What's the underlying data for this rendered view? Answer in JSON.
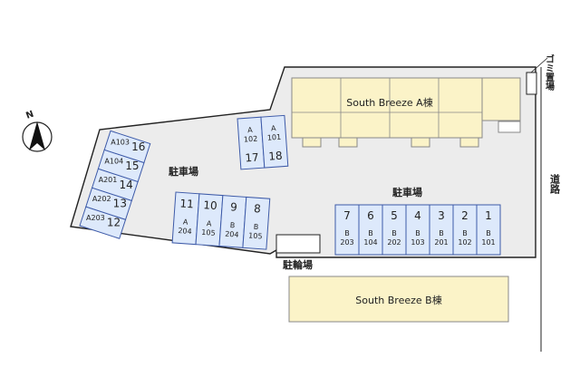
{
  "compass": {
    "north_label": "N",
    "icon": "north-arrow-icon"
  },
  "buildings": {
    "a": {
      "label": "South Breeze A棟"
    },
    "b": {
      "label": "South Breeze B棟"
    }
  },
  "labels": {
    "parking_1": "駐車場",
    "parking_2": "駐車場",
    "bicycle": "駐輪場",
    "garbage": "ゴミ置場",
    "road": "道路"
  },
  "spaces": {
    "left": [
      {
        "room": "A103",
        "no": "16"
      },
      {
        "room": "A104",
        "no": "15"
      },
      {
        "room": "A201",
        "no": "14"
      },
      {
        "room": "A202",
        "no": "13"
      },
      {
        "room": "A203",
        "no": "12"
      }
    ],
    "top": [
      {
        "room_a": "A",
        "room_b": "102",
        "no": "17"
      },
      {
        "room_a": "A",
        "room_b": "101",
        "no": "18"
      }
    ],
    "middle": [
      {
        "no": "11",
        "room_a": "A",
        "room_b": "204"
      },
      {
        "no": "10",
        "room_a": "A",
        "room_b": "105"
      },
      {
        "no": "9",
        "room_a": "B",
        "room_b": "204"
      },
      {
        "no": "8",
        "room_a": "B",
        "room_b": "105"
      }
    ],
    "right": [
      {
        "no": "7",
        "room_a": "B",
        "room_b": "203"
      },
      {
        "no": "6",
        "room_a": "B",
        "room_b": "104"
      },
      {
        "no": "5",
        "room_a": "B",
        "room_b": "202"
      },
      {
        "no": "4",
        "room_a": "B",
        "room_b": "103"
      },
      {
        "no": "3",
        "room_a": "B",
        "room_b": "201"
      },
      {
        "no": "2",
        "room_a": "B",
        "room_b": "102"
      },
      {
        "no": "1",
        "room_a": "B",
        "room_b": "101"
      }
    ]
  }
}
